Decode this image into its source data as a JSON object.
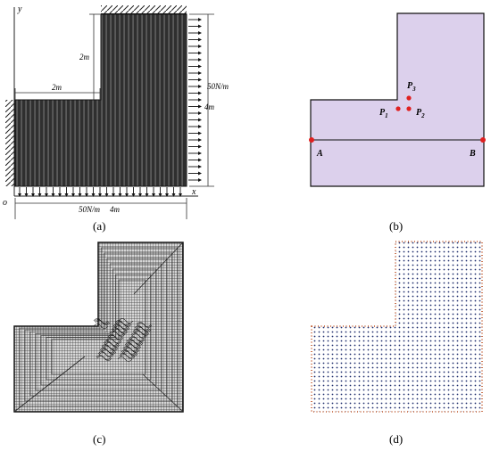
{
  "panel_a": {
    "axis_y": "y",
    "axis_x": "x",
    "origin": "o",
    "dim_top_width": "2m",
    "dim_top_height": "2m",
    "dim_right_load": "50N/m",
    "dim_right_height": "4m",
    "dim_bottom_load": "50N/m",
    "dim_bottom_width": "4m",
    "caption": "(a)"
  },
  "panel_b": {
    "points": [
      {
        "base": "P",
        "sub": "1"
      },
      {
        "base": "P",
        "sub": "2"
      },
      {
        "base": "P",
        "sub": "3"
      }
    ],
    "label_a": "A",
    "label_b": "B",
    "caption": "(b)",
    "colors": {
      "fill": "#dcd0ec",
      "marker": "#e02020"
    }
  },
  "panel_c": {
    "caption": "(c)"
  },
  "panel_d": {
    "caption": "(d)",
    "colors": {
      "interior_dot": "#1b2a6b",
      "boundary_dot": "#c0562a"
    }
  }
}
